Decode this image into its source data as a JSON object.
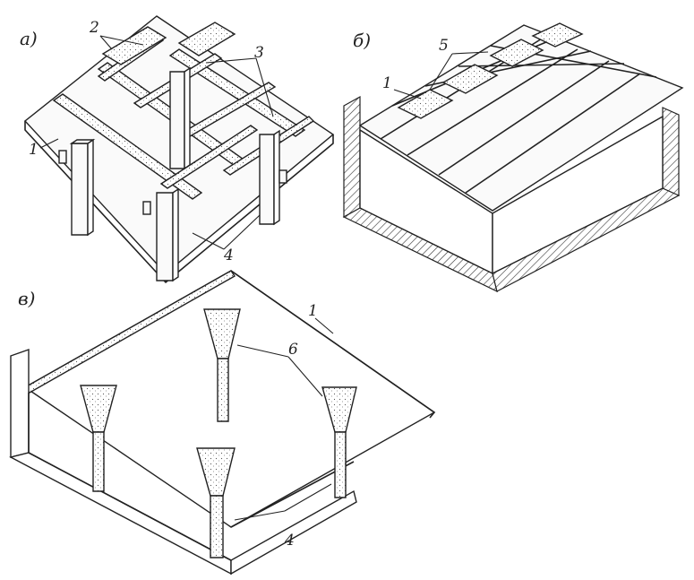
{
  "panels": [
    {
      "id": "a",
      "label": "а)"
    },
    {
      "id": "b",
      "label": "б)"
    },
    {
      "id": "c",
      "label": "в)"
    }
  ],
  "callouts": {
    "a_2": "2",
    "a_3": "3",
    "a_1": "1",
    "a_4": "4",
    "b_5": "5",
    "b_1": "1",
    "c_1": "1",
    "c_6": "6",
    "c_4": "4"
  }
}
